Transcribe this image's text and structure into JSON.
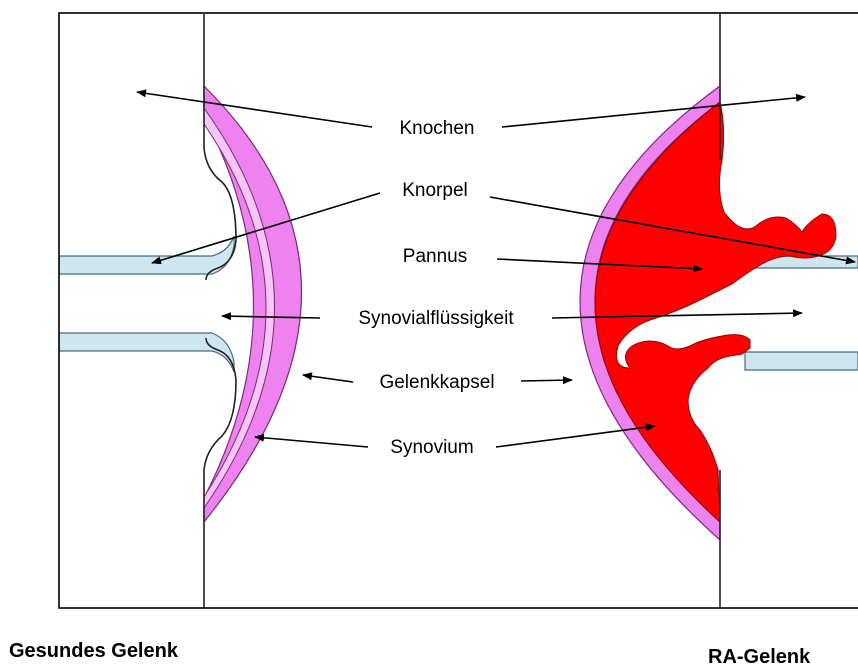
{
  "diagram": {
    "labels": {
      "knochen": "Knochen",
      "knorpel": "Knorpel",
      "pannus": "Pannus",
      "synovialfluessigkeit": "Synovialflüssigkeit",
      "gelenkkapsel": "Gelenkkapsel",
      "synovium": "Synovium"
    },
    "captions": {
      "healthy": "Gesundes Gelenk",
      "ra": "RA-Gelenk"
    }
  },
  "colors": {
    "capsule": "#ee82ee",
    "synovium": "#f4b8f4",
    "cartilage": "#cfe6f0",
    "pannus": "#ff0000",
    "outline": "#000000"
  }
}
